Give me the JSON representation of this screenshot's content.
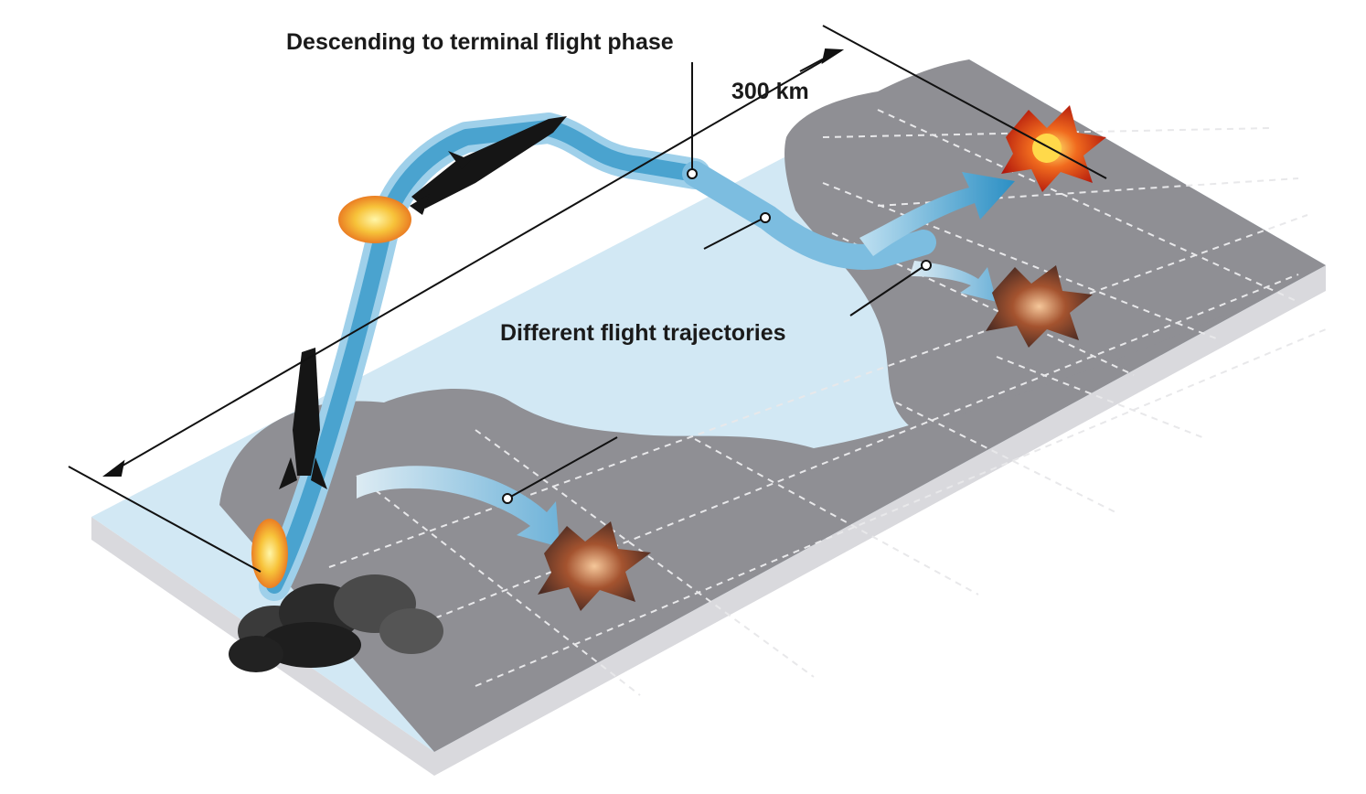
{
  "labels": {
    "terminal_phase": "Descending to terminal flight phase",
    "distance": "300 km",
    "trajectories": "Different flight trajectories"
  },
  "colors": {
    "land": "#8e8e92",
    "land_light": "#a3a3a8",
    "sea": "#cfe6f2",
    "trajectory": "#4aa3cf",
    "trajectory_light": "#8cc6e4",
    "missile": "#151515",
    "flame": "#f7a21b",
    "explosion": "#e2401c",
    "smoke": "#2b2b2b",
    "edge": "#c9c9cc"
  },
  "icons": [
    "missile-icon",
    "explosion-icon",
    "smoke-cloud-icon",
    "flame-icon"
  ]
}
